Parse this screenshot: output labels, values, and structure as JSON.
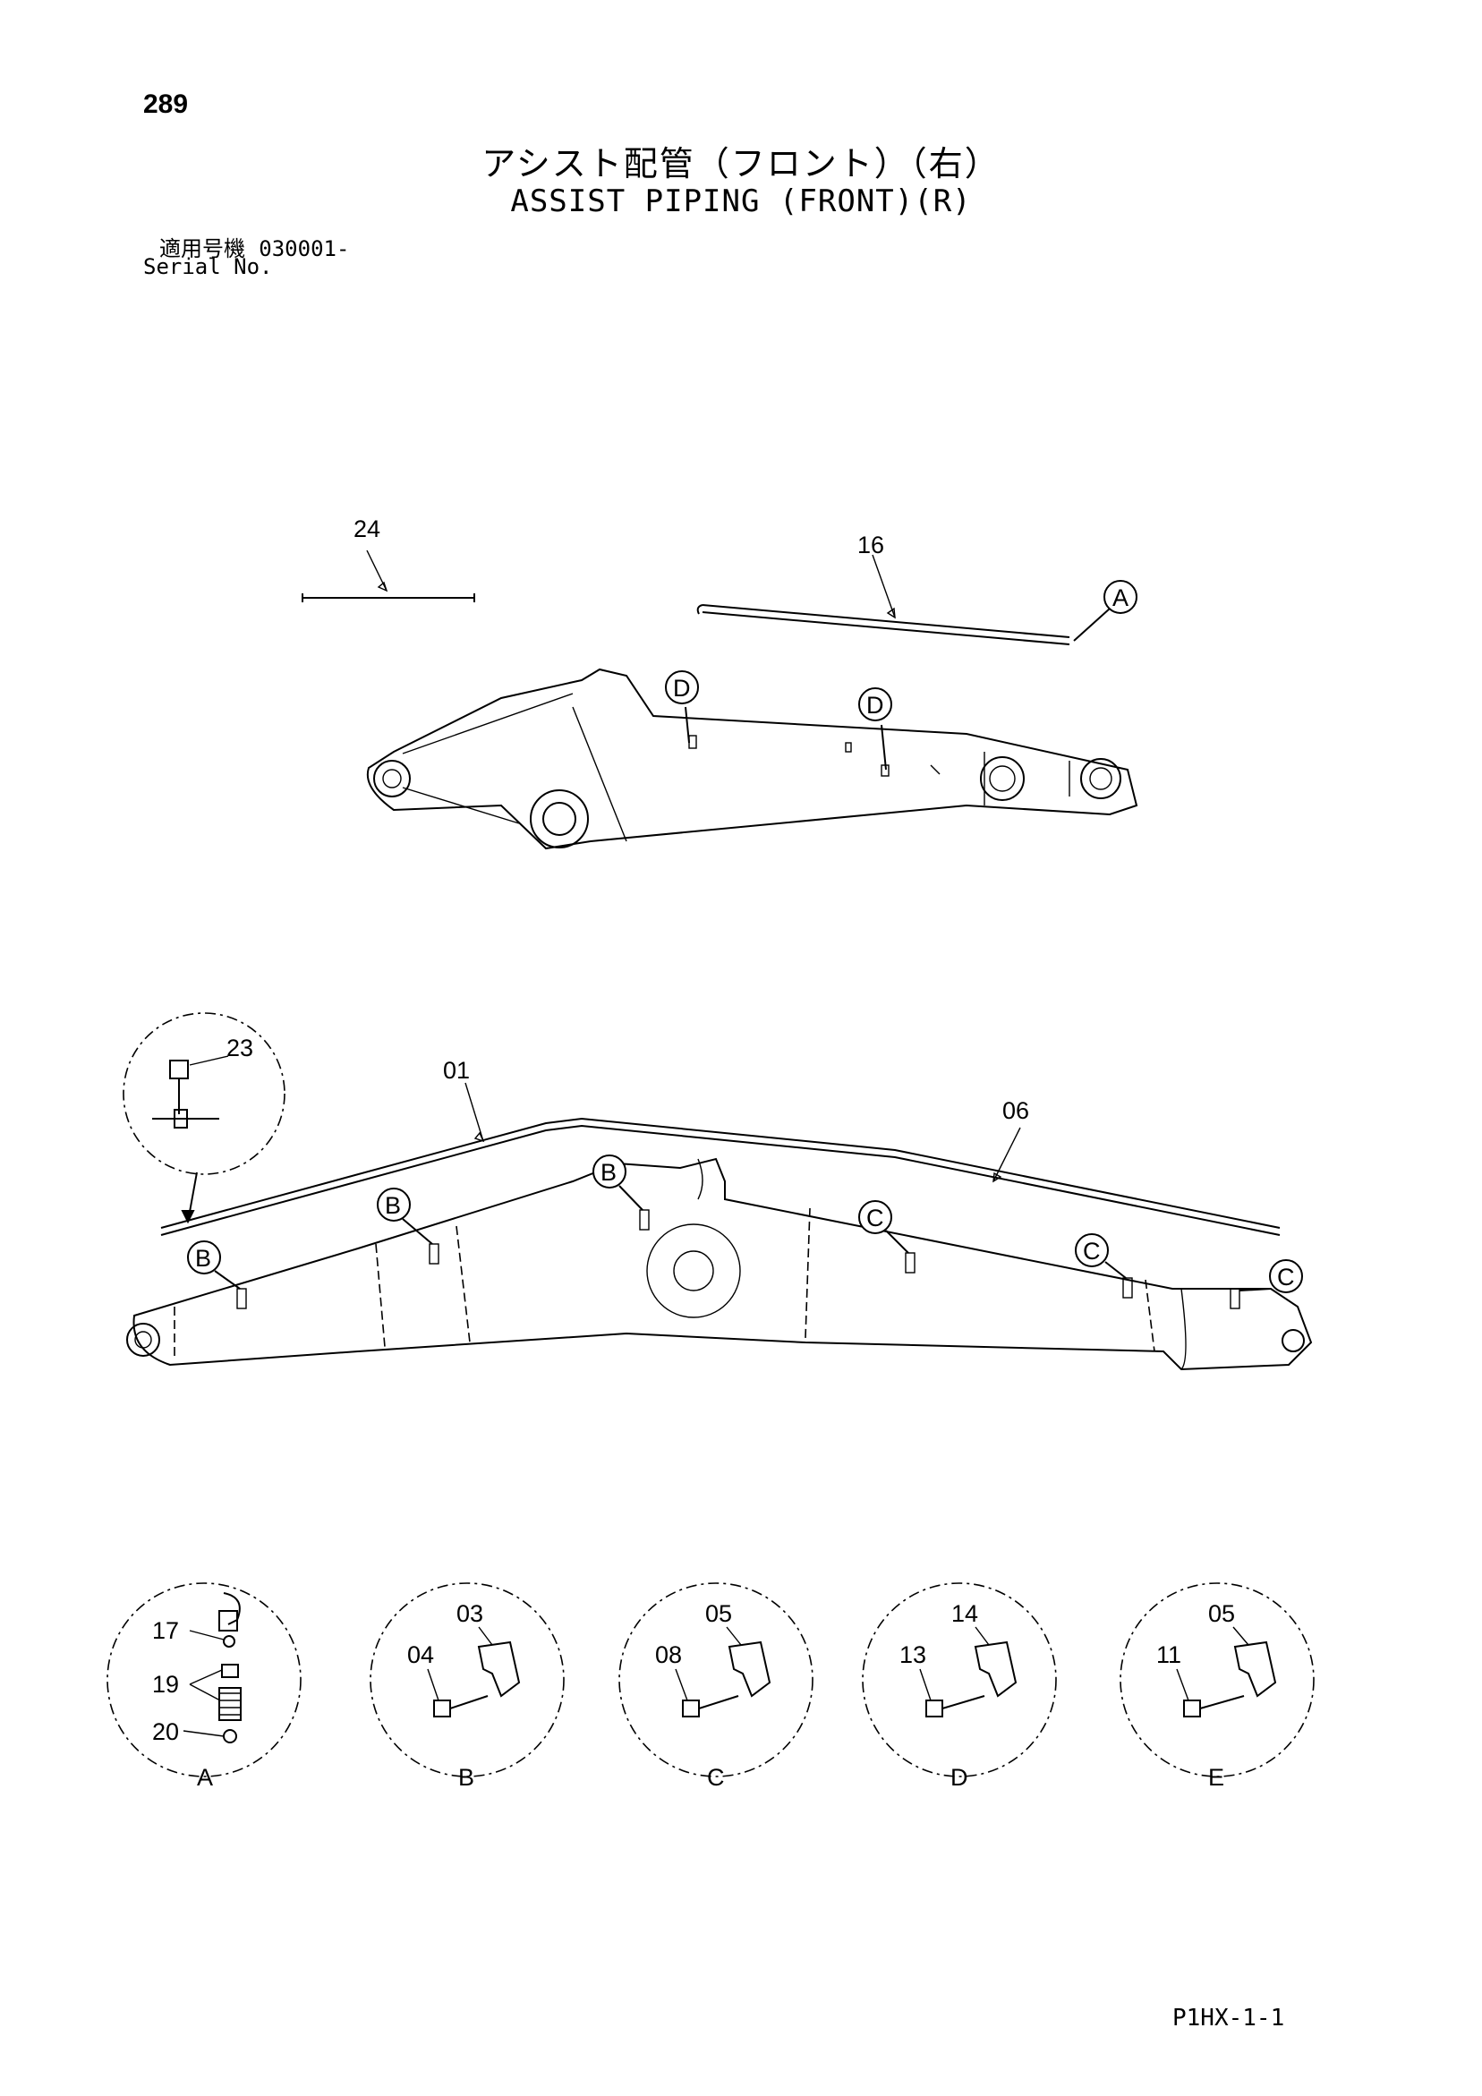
{
  "header": {
    "page_number": "289",
    "title_jp": "アシスト配管（フロント）（右）",
    "title_en": "ASSIST PIPING (FRONT)(R)",
    "serial_label_jp": "適用号機",
    "serial_value": "030001-",
    "serial_label_en": "Serial No."
  },
  "callouts": {
    "p24": "24",
    "p16": "16",
    "p01": "01",
    "p06": "06",
    "p23": "23",
    "p17": "17",
    "p19": "19",
    "p20": "20",
    "p03": "03",
    "p04": "04",
    "p05": "05",
    "p08": "08",
    "p14": "14",
    "p13": "13",
    "p05b": "05",
    "p11": "11"
  },
  "bubbles": {
    "A": "A",
    "B": "B",
    "C": "C",
    "D": "D",
    "E": "E"
  },
  "footer": {
    "doc_code": "P1HX-1-1"
  }
}
